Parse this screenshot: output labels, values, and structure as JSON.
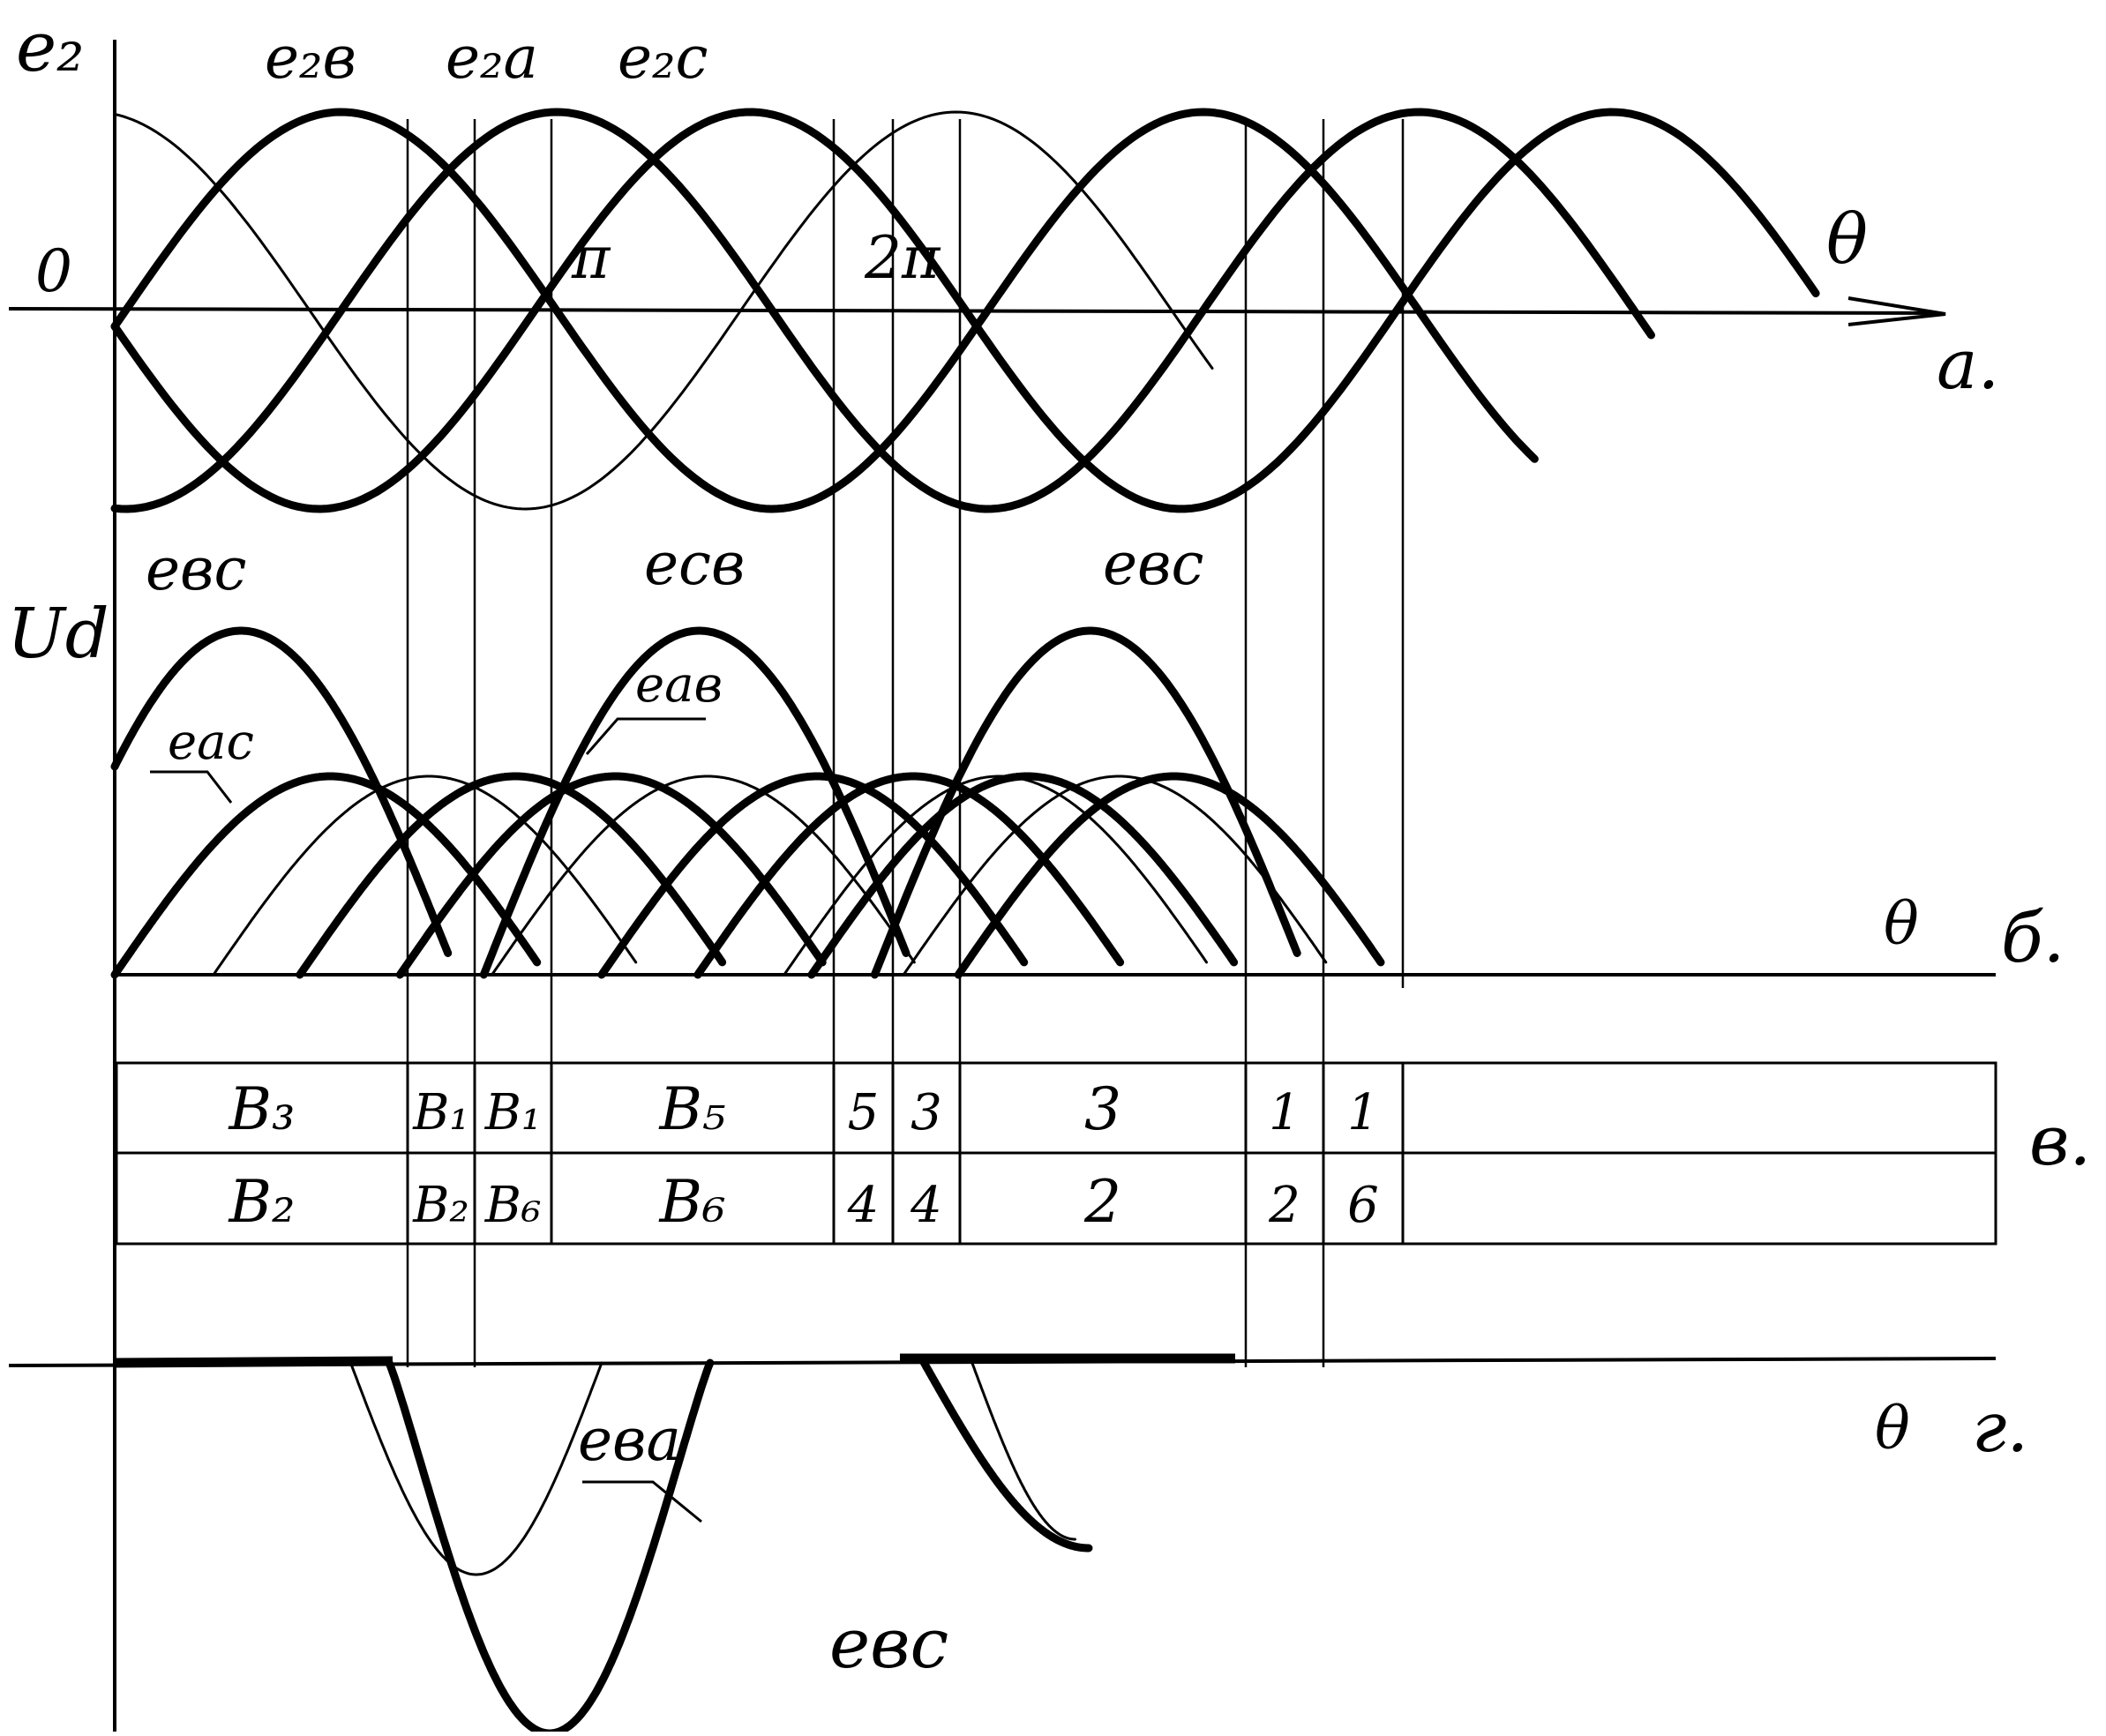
{
  "axes": {
    "e2_label": "e₂",
    "ud_label": "Ud",
    "zero_label": "0",
    "pi_label": "π",
    "two_pi_label": "2π",
    "theta_label": "θ"
  },
  "curves_top": {
    "e2b": "e₂в",
    "e2a": "e₂a",
    "e2c": "e₂c"
  },
  "curves_middle": {
    "ebc": "eвc",
    "ecb": "ecв",
    "ebc2": "eвc",
    "eac": "eac",
    "eab": "eaв"
  },
  "curves_bottom": {
    "eba": "eвa",
    "ebc": "eвc"
  },
  "panel_letters": {
    "a": "a.",
    "b": "б.",
    "v": "в.",
    "g": "г."
  },
  "conduction_table": {
    "row_top": [
      "B₃",
      "B₁",
      "B₁",
      "B₅",
      "5",
      "3",
      "3",
      "1",
      "1"
    ],
    "row_bottom": [
      "B₂",
      "B₂",
      "B₆",
      "B₆",
      "4",
      "4",
      "2",
      "2",
      "6"
    ]
  }
}
